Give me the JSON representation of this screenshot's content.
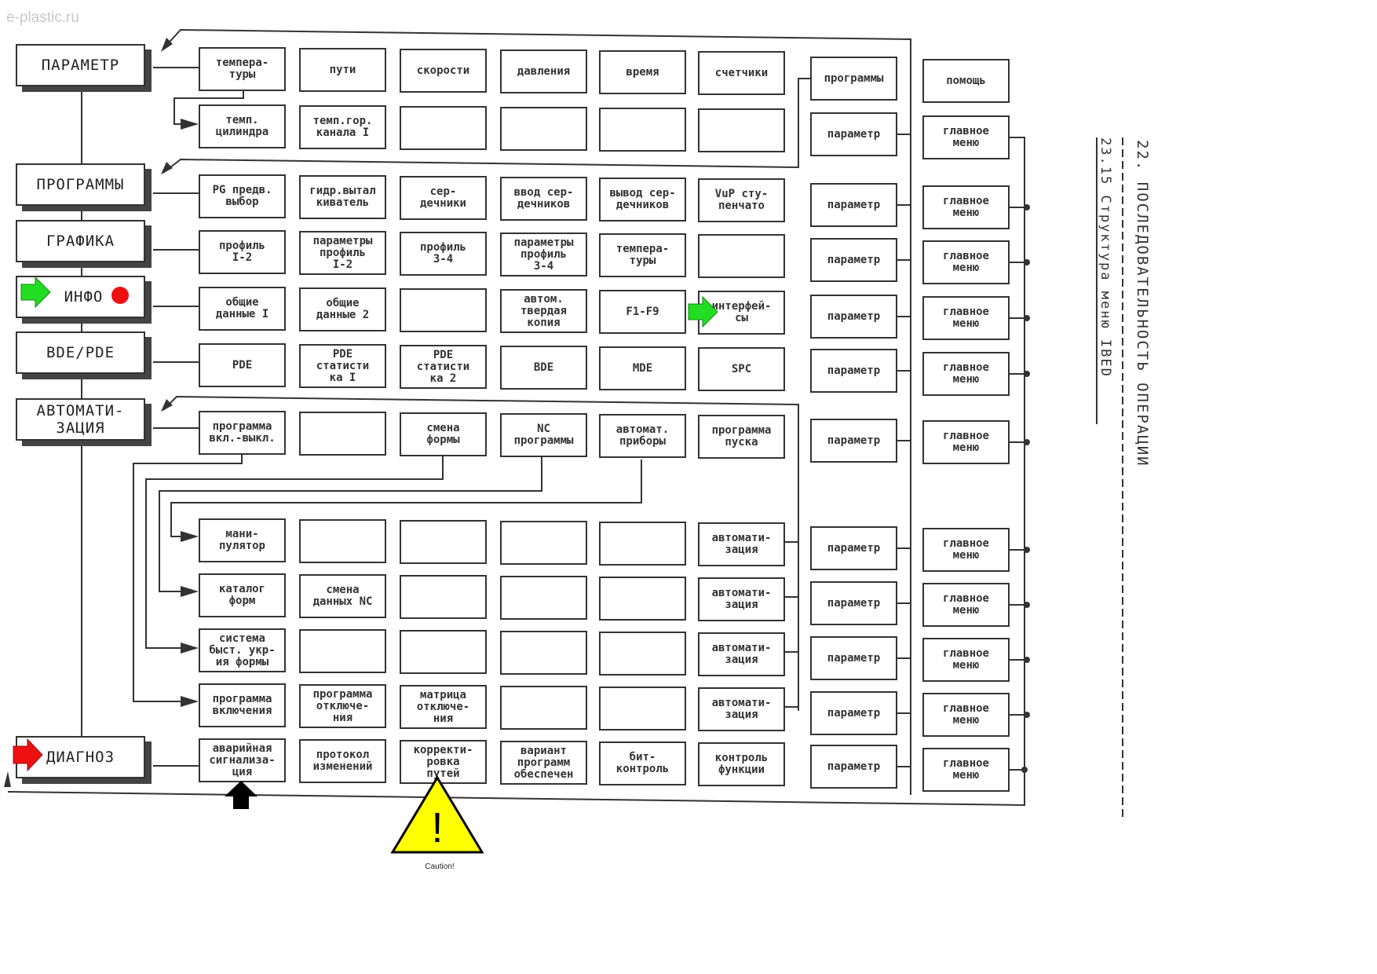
{
  "watermark": "e-plastic.ru",
  "title_vertical": "22. ПОСЛЕДОВАТЕЛЬНОСТЬ ОПЕРАЦИИ",
  "subtitle_vertical": "23.15  Структура меню IBED",
  "caution_label": "Caution!",
  "main_menu": [
    {
      "label": "ПАРАМЕТР"
    },
    {
      "label": "ПРОГРАММЫ"
    },
    {
      "label": "ГРАФИКА"
    },
    {
      "label": "ИНФО"
    },
    {
      "label": "BDE/PDE"
    },
    {
      "label": "АВТОМАТИ-\nЗАЦИЯ"
    },
    {
      "label": "ДИАГНОЗ"
    }
  ],
  "grid": [
    [
      "темпера-\nтуры",
      "пути",
      "скорости",
      "давления",
      "время",
      "счетчики"
    ],
    [
      "темп.\nцилиндра",
      "темп.гор.\nканала I",
      "",
      "",
      "",
      ""
    ],
    [
      "PG предв.\nвыбор",
      "гидр.вытал\nкиватель",
      "сер-\nдечники",
      "ввод сер-\nдечников",
      "вывод сер-\nдечников",
      "VuP сту-\nпенчато"
    ],
    [
      "профиль\nI-2",
      "параметры\nпрофиль\nI-2",
      "профиль\n3-4",
      "параметры\nпрофиль\n3-4",
      "темпера-\nтуры",
      ""
    ],
    [
      "общие\nданные I",
      "общие\nданные 2",
      "",
      "автом.\nтвердая\nкопия",
      "F1-F9",
      "интерфей-\nсы"
    ],
    [
      "PDE",
      "PDE\nстатисти\nка I",
      "PDE\nстатисти\nка 2",
      "BDE",
      "MDE",
      "SPC"
    ],
    [
      "программа\nвкл.-выкл.",
      "",
      "смена\nформы",
      "NC\nпрограммы",
      "автомат.\nприборы",
      "программа\nпуска"
    ],
    [
      "мани-\nпулятор",
      "",
      "",
      "",
      "",
      "автомати-\nзация"
    ],
    [
      "каталог\nформ",
      "смена\nданных NC",
      "",
      "",
      "",
      "автомати-\nзация"
    ],
    [
      "система\nбыст. укр-\nия формы",
      "",
      "",
      "",
      "",
      "автомати-\nзация"
    ],
    [
      "программа\nвключения",
      "программа\nотключе-\nния",
      "матрица\nотключе-\nния",
      "",
      "",
      "автомати-\nзация"
    ],
    [
      "аварийная\nсигнализа-\nция",
      "протокол\nизменений",
      "корректи-\nровка\nпутей",
      "вариант\nпрограмм\nобеспечен",
      "бит-\nконтроль",
      "контроль\nфункции"
    ]
  ],
  "nav_column": [
    "программы",
    "параметр",
    "параметр",
    "параметр",
    "параметр",
    "параметр",
    "параметр",
    "параметр",
    "параметр",
    "параметр",
    "параметр",
    "параметр"
  ],
  "menu_column": [
    "помощь",
    "главное\nменю",
    "главное\nменю",
    "главное\nменю",
    "главное\nменю",
    "главное\nменю",
    "главное\nменю",
    "главное\nменю",
    "главное\nменю",
    "главное\nменю",
    "главное\nменю",
    "главное\nменю"
  ],
  "colors": {
    "green_marker": "#22dd22",
    "red_marker": "#ee1111",
    "caution": "#ffff00"
  }
}
